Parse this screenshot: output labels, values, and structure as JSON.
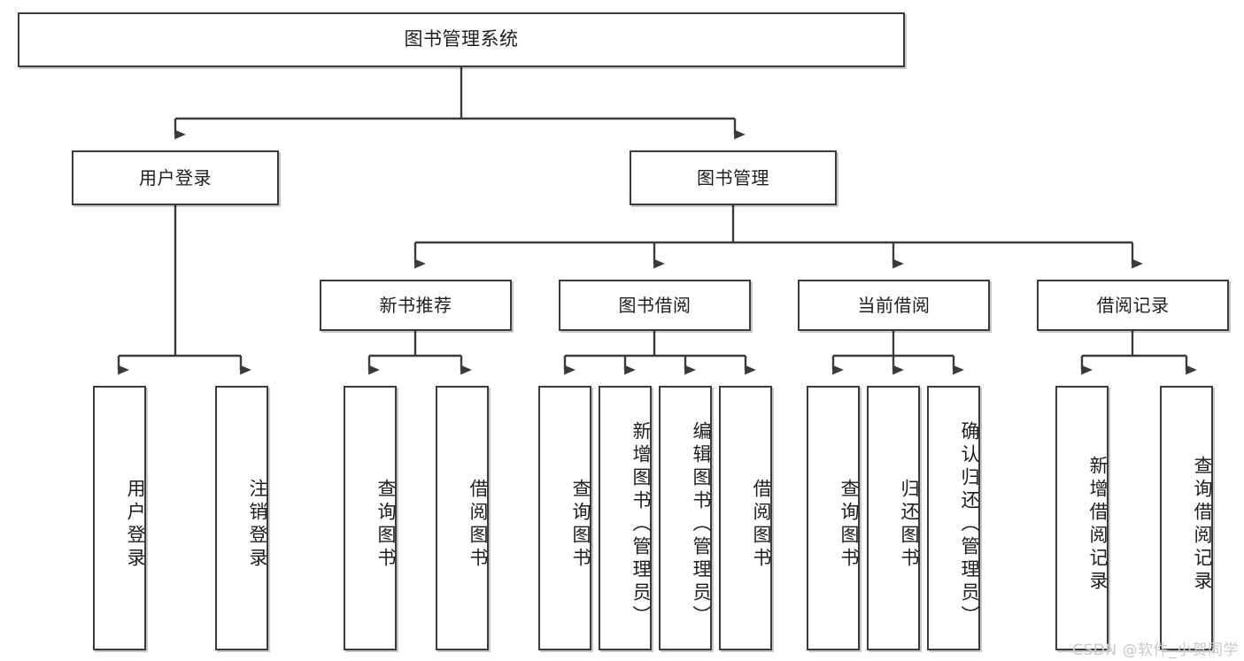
{
  "diagram": {
    "type": "tree",
    "title": "图书管理系统",
    "watermark": "CSDN @软件_小贺同学",
    "levels": {
      "root": "图书管理系统",
      "branch_1": "用户登录",
      "branch_2": "图书管理"
    },
    "nodes": {
      "root": {
        "label": "图书管理系统"
      },
      "user_login": {
        "label": "用户登录"
      },
      "book_manage": {
        "label": "图书管理"
      },
      "new_book_rec": {
        "label": "新书推荐"
      },
      "book_borrow": {
        "label": "图书借阅"
      },
      "current_borrow": {
        "label": "当前借阅"
      },
      "borrow_record": {
        "label": "借阅记录"
      }
    },
    "leaves": {
      "user_login": [
        {
          "label": "用户登录"
        },
        {
          "label": "注销登录"
        }
      ],
      "new_book_rec": [
        {
          "label": "查询图书"
        },
        {
          "label": "借阅图书"
        }
      ],
      "book_borrow": [
        {
          "label": "查询图书"
        },
        {
          "label": "新增图书（管理员）"
        },
        {
          "label": "编辑图书（管理员）"
        },
        {
          "label": "借阅图书"
        }
      ],
      "current_borrow": [
        {
          "label": "查询图书"
        },
        {
          "label": "归还图书"
        },
        {
          "label": "确认归还（管理员）"
        }
      ],
      "borrow_record": [
        {
          "label": "新增借阅记录"
        },
        {
          "label": "查询借阅记录"
        }
      ]
    },
    "colors": {
      "box_border": "#3b3b3b",
      "connector": "#3a3a3a",
      "background": "#ffffff",
      "text": "#1d1d1d",
      "watermark": "#c9c9c9"
    }
  }
}
